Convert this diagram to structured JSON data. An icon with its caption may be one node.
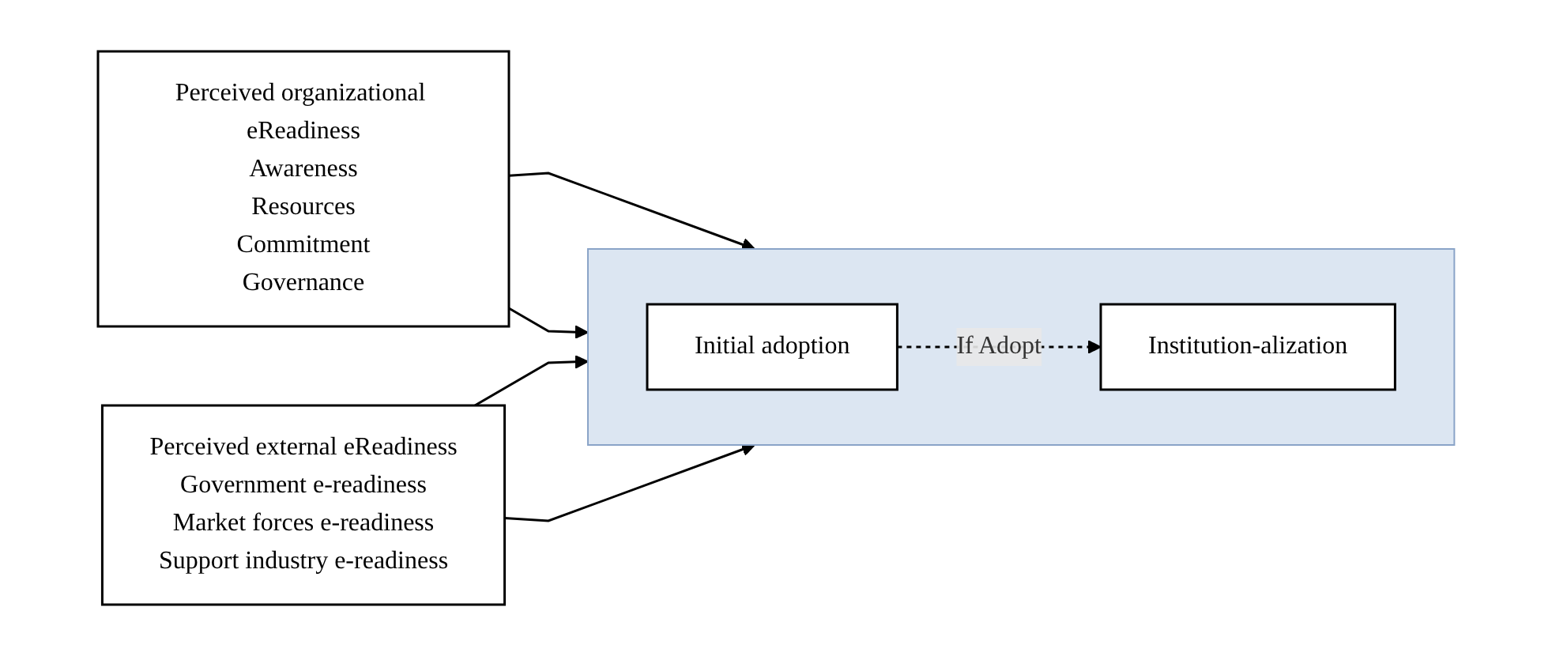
{
  "diagram": {
    "nodes": [
      {
        "text": [
          "Perceived organizational eReadiness",
          "Awareness",
          "Resources",
          "Commitment",
          "Governance"
        ]
      },
      {
        "text": [
          "Perceived external  eReadiness",
          "Government e-readiness",
          "Market forces e-readiness",
          "Support industry e-readiness"
        ]
      },
      {
        "text": [],
        "shape": "box"
      },
      {
        "text": [
          "Initial adoption"
        ],
        "in": 2
      },
      {
        "text": [
          "Institution-alization"
        ],
        "in": 2
      }
    ],
    "edges": [
      {
        "from": 0,
        "to": 2,
        "arrow": "to"
      },
      {
        "from": 0,
        "to": 2,
        "arrow": "to"
      },
      {
        "from": 1,
        "to": 2,
        "arrow": "to"
      },
      {
        "from": 1,
        "to": 2,
        "arrow": "to"
      },
      {
        "from": 3,
        "to": 4,
        "arrow": "to",
        "label": "If Adopt",
        "style": "dashed"
      }
    ]
  }
}
